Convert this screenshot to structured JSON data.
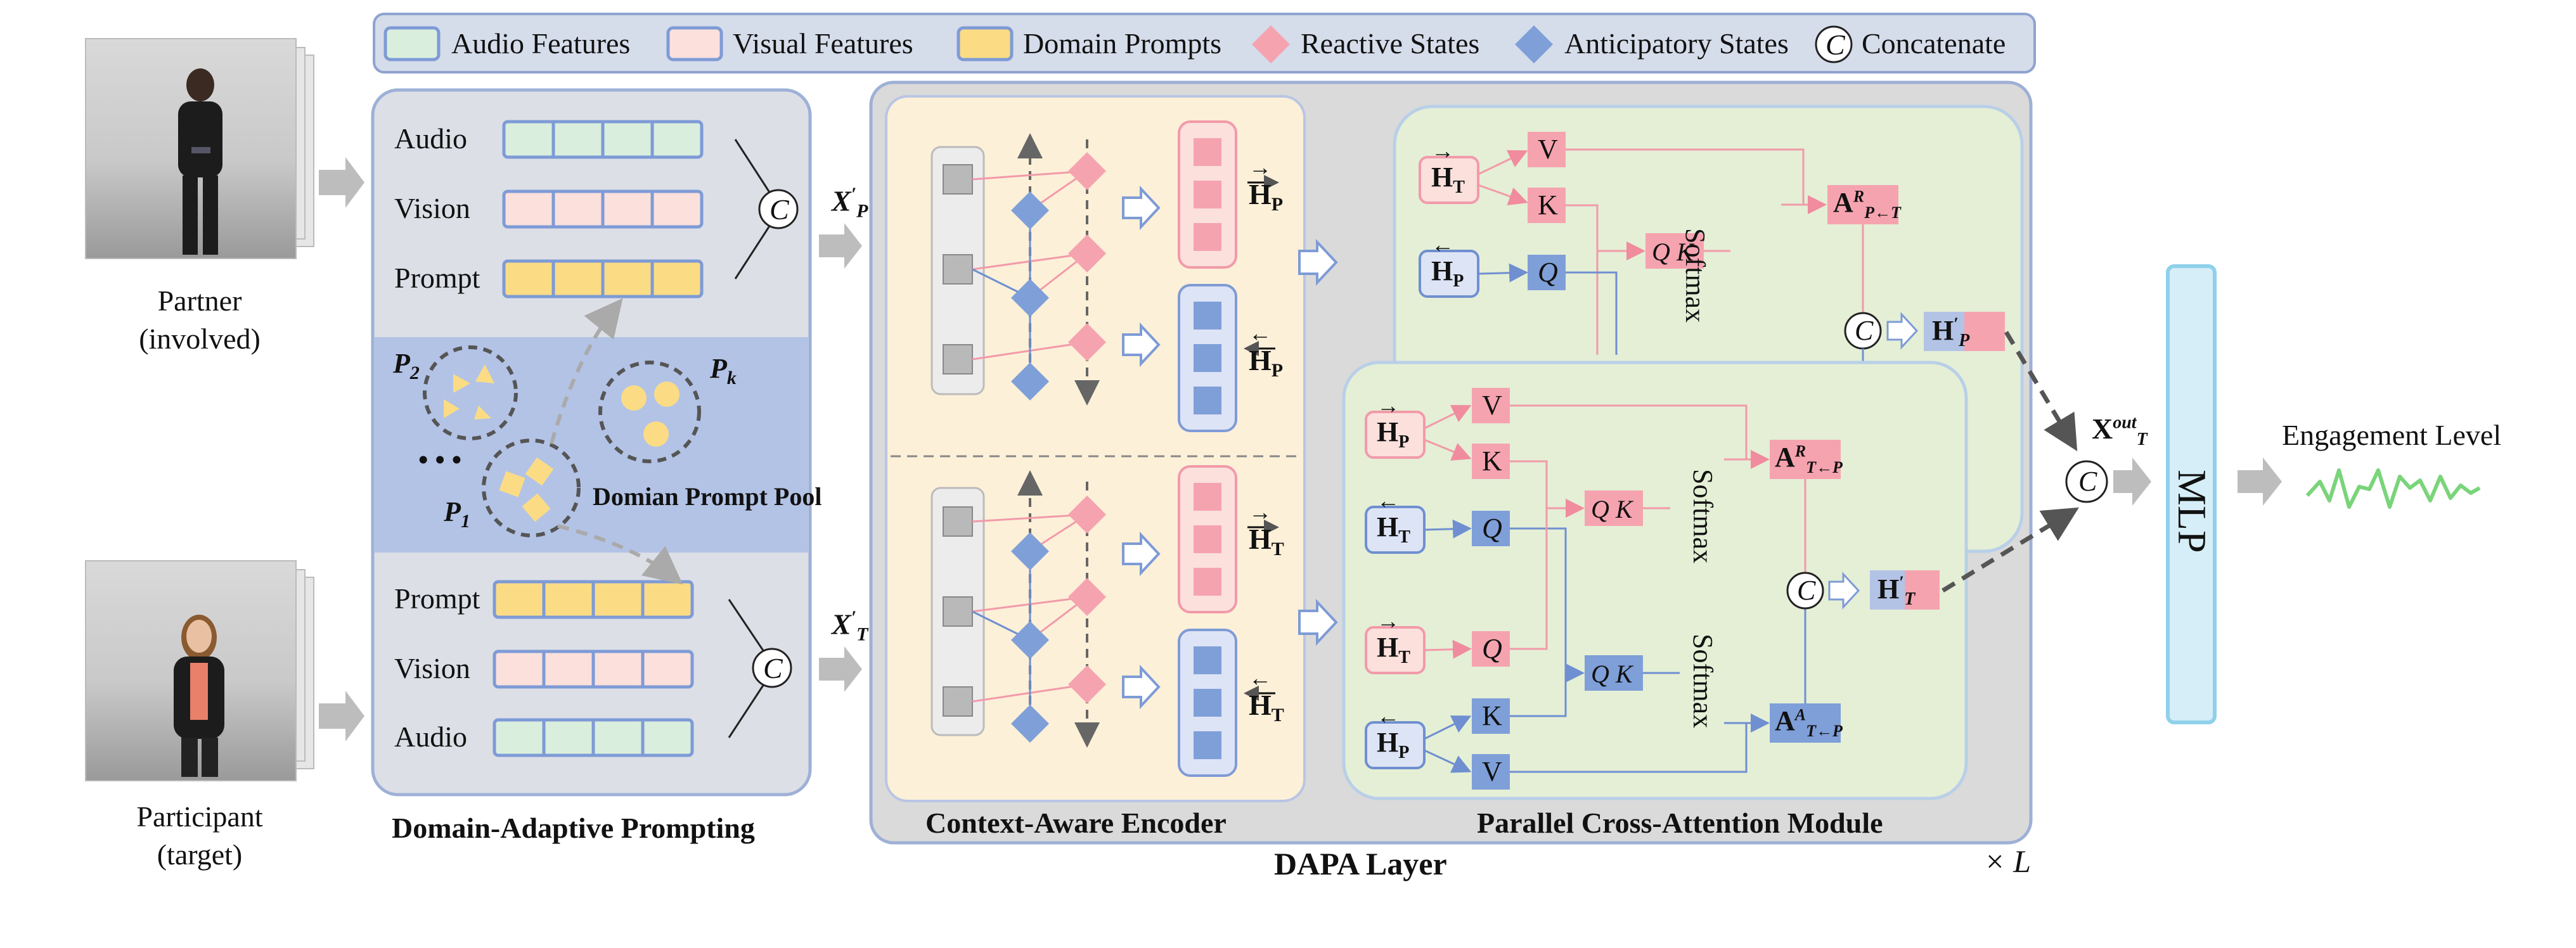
{
  "legend": {
    "items": [
      {
        "label": "Audio Features",
        "kind": "swatch",
        "color": "#d9eedd"
      },
      {
        "label": "Visual Features",
        "kind": "swatch",
        "color": "#fbe0dc"
      },
      {
        "label": "Domain Prompts",
        "kind": "swatch",
        "color": "#fbdc85"
      },
      {
        "label": "Reactive States",
        "kind": "diamond",
        "color": "#f6a3b0"
      },
      {
        "label": "Anticipatory States",
        "kind": "diamond",
        "color": "#7f9fd8"
      },
      {
        "label": "Concatenate",
        "kind": "circle-c",
        "color": "#ffffff"
      }
    ]
  },
  "inputs": {
    "partner": {
      "line1": "Partner",
      "line2": "(involved)"
    },
    "participant": {
      "line1": "Participant",
      "line2": "(target)"
    }
  },
  "prompting": {
    "title": "Domain-Adaptive Prompting",
    "top_rows": [
      "Audio",
      "Vision",
      "Prompt"
    ],
    "bottom_rows": [
      "Prompt",
      "Vision",
      "Audio"
    ],
    "concat": "C",
    "pool_label": "Domian Prompt Pool",
    "pool_p2": "P",
    "pool_p2_sub": "2",
    "pool_pk": "P",
    "pool_pk_sub": "k",
    "pool_p1": "P",
    "pool_p1_sub": "1",
    "ellipsis": "• • •",
    "out_top": "X",
    "out_top_sup": "′",
    "out_top_sub": "P",
    "out_bot": "X",
    "out_bot_sup": "′",
    "out_bot_sub": "T"
  },
  "dapa": {
    "title": "DAPA Layer",
    "repeat": "× L",
    "encoder_title": "Context-Aware Encoder",
    "pcam_title": "Parallel Cross-Attention Module",
    "enc_out_top_a": "H",
    "enc_out_top_a_sub": "P",
    "enc_out_top_b": "H",
    "enc_out_top_b_sub": "P",
    "enc_out_bot_a": "H",
    "enc_out_bot_a_sub": "T",
    "enc_out_bot_b": "H",
    "enc_out_bot_b_sub": "T",
    "back": {
      "in1": "H",
      "in1_sub": "T",
      "in2": "H",
      "in2_sub": "P",
      "v": "V",
      "k": "K",
      "q": "Q",
      "qk": "Q K",
      "softmax": "Softmax",
      "attn": "A",
      "attn_sup": "R",
      "attn_sub": "P←T",
      "concat": "C",
      "out": "H",
      "out_sup": "′",
      "out_sub": "P"
    },
    "front": {
      "in1": "H",
      "in1_sub": "P",
      "in2": "H",
      "in2_sub": "T",
      "in3": "H",
      "in3_sub": "T",
      "in4": "H",
      "in4_sub": "P",
      "v1": "V",
      "k1": "K",
      "q1": "Q",
      "qk1": "Q K",
      "softmax1": "Softmax",
      "attn1": "A",
      "attn1_sup": "R",
      "attn1_sub": "T←P",
      "q2": "Q",
      "k2": "K",
      "v2": "V",
      "qk2": "Q K",
      "softmax2": "Softmax",
      "attn2": "A",
      "attn2_sup": "A",
      "attn2_sub": "T←P",
      "concat": "C",
      "out": "H",
      "out_sup": "′",
      "out_sub": "T"
    }
  },
  "head": {
    "concat": "C",
    "xout": "X",
    "xout_sup": "out",
    "xout_sub": "T",
    "mlp": "MLP",
    "output_label": "Engagement Level"
  },
  "colors": {
    "gray_panel": "#dcdfe6",
    "blue_band": "#b3c3e6",
    "dapa_bg": "#dadada",
    "encoder_bg": "#fcf0d8",
    "pcam_bg": "#e4efd6",
    "pink": "#f6a3b0",
    "blue": "#7f9fd8",
    "mlp": "#d6eef7",
    "signal": "#7ad47a"
  }
}
